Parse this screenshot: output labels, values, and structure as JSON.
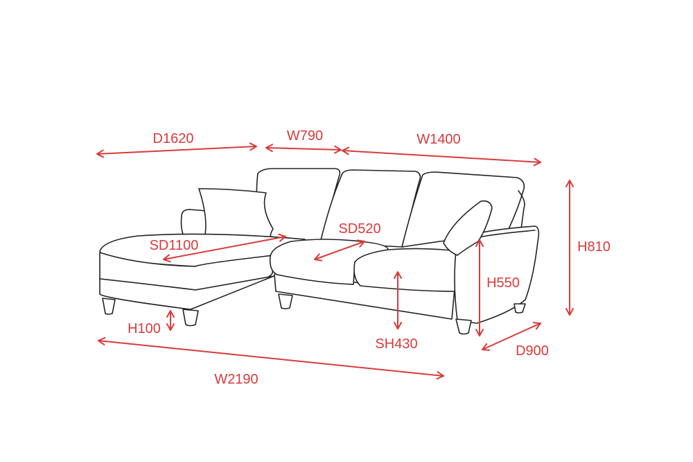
{
  "theme": {
    "accent": "#d93a3a",
    "line": "#222222",
    "background": "#ffffff"
  },
  "labels": {
    "d1620": "D1620",
    "w790": "W790",
    "w1400": "W1400",
    "sd1100": "SD1100",
    "sd520": "SD520",
    "h810": "H810",
    "h550": "H550",
    "h100": "H100",
    "sh430": "SH430",
    "d900": "D900",
    "w2190": "W2190"
  }
}
